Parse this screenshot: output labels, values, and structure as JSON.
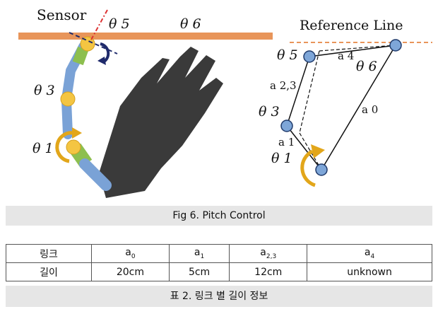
{
  "figure": {
    "left": {
      "sensor_label": "Sensor",
      "theta5": "θ 5",
      "theta6": "θ 6",
      "theta3": "θ 3",
      "theta1": "θ 1"
    },
    "right": {
      "reference_label": "Reference Line",
      "theta5": "θ 5",
      "theta3": "θ 3",
      "theta1": "θ 1",
      "theta6": "θ 6",
      "a23": "a 2,3",
      "a4": "a 4",
      "a1": "a 1",
      "a0": "a 0"
    },
    "caption": "Fig 6. Pitch Control"
  },
  "table": {
    "header": {
      "label": "링크",
      "cols": [
        {
          "base": "a",
          "sub": "0"
        },
        {
          "base": "a",
          "sub": "1"
        },
        {
          "base": "a",
          "sub": "2,3"
        },
        {
          "base": "a",
          "sub": "4"
        }
      ]
    },
    "row": {
      "label": "길이",
      "values": [
        "20cm",
        "5cm",
        "12cm",
        "unknown"
      ]
    },
    "caption": "표 2. 링크 별 길이 정보"
  },
  "colors": {
    "bar": "#e8955a",
    "joint": "#f4c542",
    "arm_blue": "#7aa2d6",
    "arm_green": "#8dbf4f",
    "glove": "#3a3a3a",
    "node": "#7ea6d8",
    "arrow_gold": "#e2a61a",
    "ref_dash": "#e8955a"
  }
}
